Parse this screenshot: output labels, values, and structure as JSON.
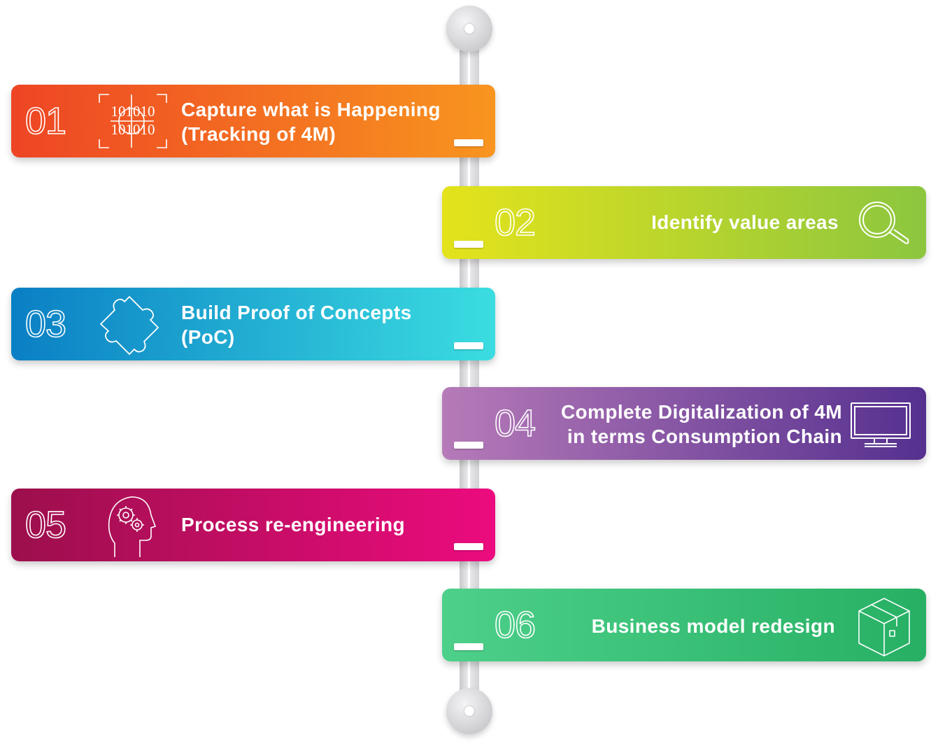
{
  "steps": [
    {
      "number": "01",
      "title_line1": "Capture what is Happening",
      "title_line2": "(Tracking of 4M)",
      "icon": "binary-target-icon",
      "color_start": "#ee4524",
      "color_end": "#f8951f",
      "icon_text": "101010"
    },
    {
      "number": "02",
      "title_line1": "Identify value areas",
      "title_line2": "",
      "icon": "magnifier-icon",
      "color_start": "#e4e31b",
      "color_end": "#8cc63f"
    },
    {
      "number": "03",
      "title_line1": "Build Proof of Concepts",
      "title_line2": "(PoC)",
      "icon": "puzzle-icon",
      "color_start": "#0a7fc4",
      "color_end": "#3bdde1"
    },
    {
      "number": "04",
      "title_line1": "Complete Digitalization of 4M",
      "title_line2": "in terms Consumption Chain",
      "icon": "monitor-icon",
      "color_start": "#b67ab8",
      "color_end": "#55308f"
    },
    {
      "number": "05",
      "title_line1": "Process re-engineering",
      "title_line2": "",
      "icon": "head-gears-icon",
      "color_start": "#9c0f4c",
      "color_end": "#ec0b7e"
    },
    {
      "number": "06",
      "title_line1": "Business model redesign",
      "title_line2": "",
      "icon": "box-icon",
      "color_start": "#4dd08a",
      "color_end": "#27b064"
    }
  ]
}
